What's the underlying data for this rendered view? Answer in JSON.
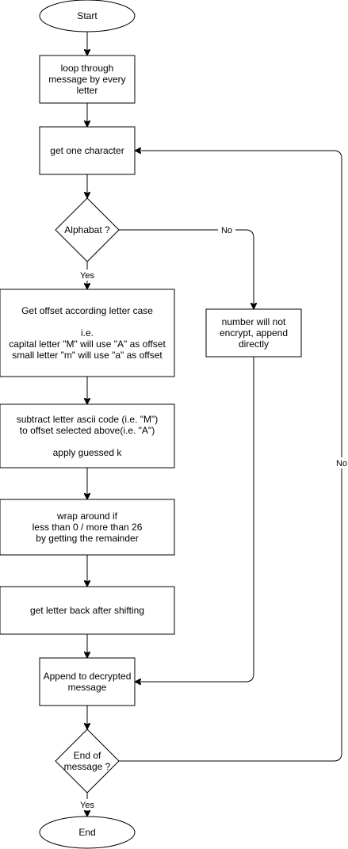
{
  "nodes": {
    "start": {
      "lines": [
        "Start"
      ]
    },
    "loop": {
      "lines": [
        "loop through",
        "message by every",
        "letter"
      ]
    },
    "get_char": {
      "lines": [
        "get one character"
      ]
    },
    "alphabet": {
      "lines": [
        "Alphabat ?"
      ]
    },
    "number": {
      "lines": [
        "number will not",
        "encrypt, append",
        "directly"
      ]
    },
    "offset": {
      "lines": [
        "Get offset according letter case",
        "",
        "i.e.",
        "capital letter \"M\" will use \"A\" as offset",
        "small letter \"m\" will use \"a\" as offset"
      ]
    },
    "subtract": {
      "lines": [
        "subtract letter ascii code (i.e. \"M\")",
        "to offset selected above(i.e. \"A\")",
        "",
        "apply guessed k"
      ]
    },
    "wrap": {
      "lines": [
        "wrap around if",
        "less than 0 / more than 26",
        "by getting the remainder"
      ]
    },
    "get_letter": {
      "lines": [
        "get letter back after shifting"
      ]
    },
    "append": {
      "lines": [
        "Append to decrypted",
        "message"
      ]
    },
    "end_check": {
      "lines": [
        "End of",
        "message ?"
      ]
    },
    "end": {
      "lines": [
        "End"
      ]
    }
  },
  "edges": {
    "alphabet_no": "No",
    "alphabet_yes": "Yes",
    "end_no": "No",
    "end_yes": "Yes"
  }
}
